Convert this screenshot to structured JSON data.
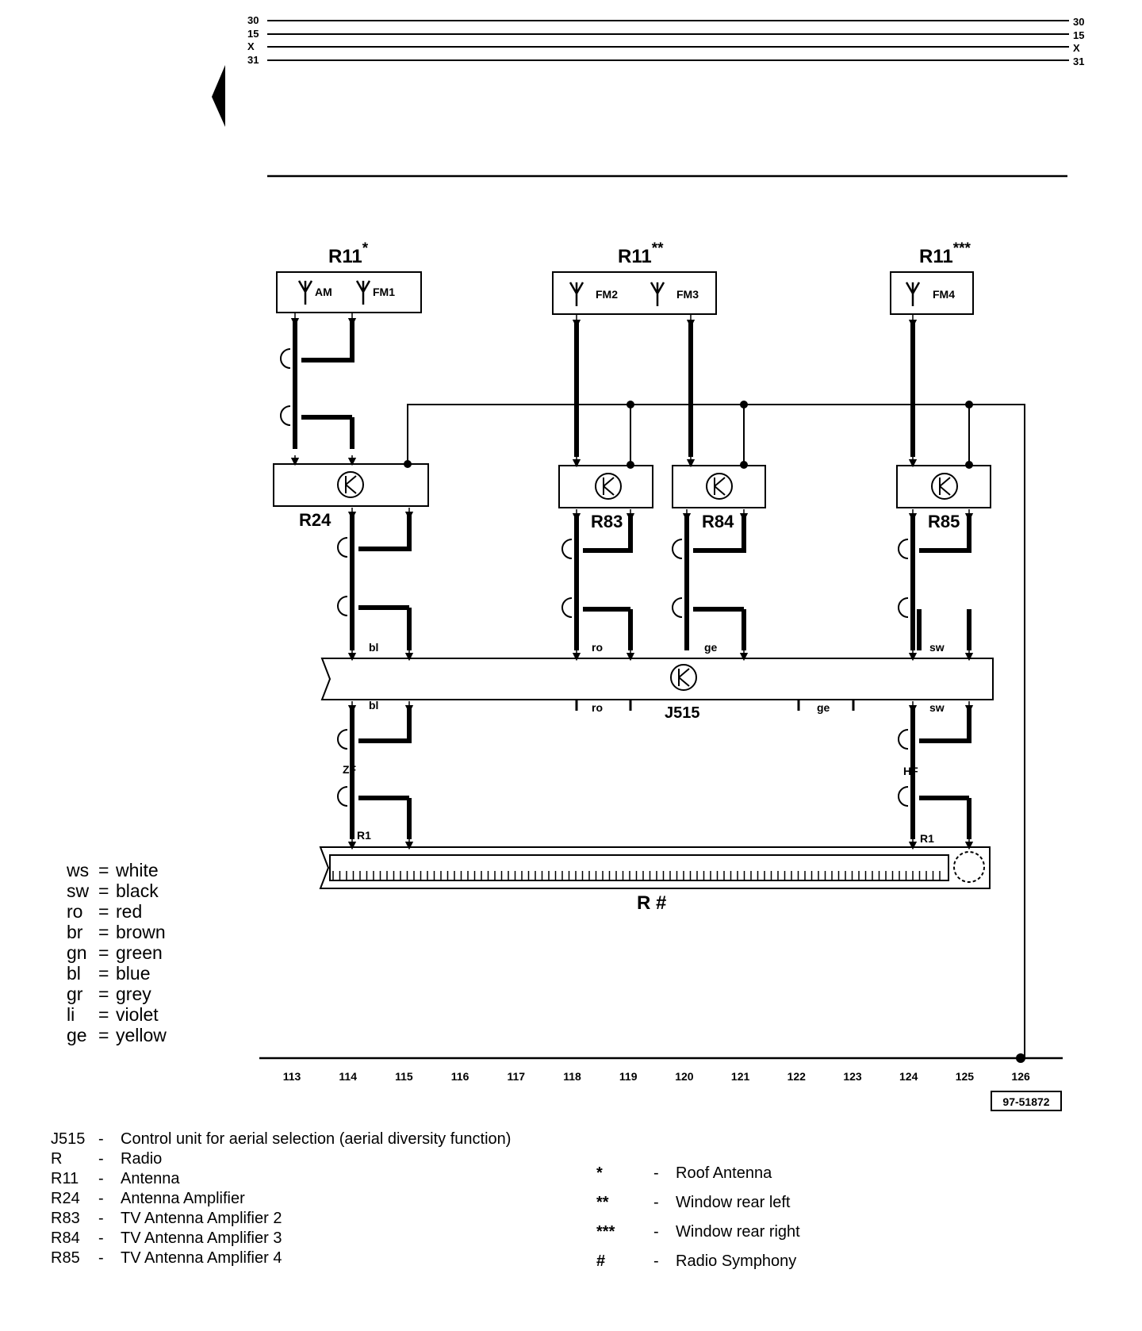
{
  "rails": {
    "left": [
      "30",
      "15",
      "X",
      "31"
    ],
    "right": [
      "30",
      "15",
      "X",
      "31"
    ]
  },
  "components": {
    "antenna_roof": {
      "label": "R11",
      "mark": "*",
      "antennas": [
        "AM",
        "FM1"
      ]
    },
    "antenna_left": {
      "label": "R11",
      "mark": "**",
      "antennas": [
        "FM2",
        "FM3"
      ]
    },
    "antenna_right": {
      "label": "R11",
      "mark": "***",
      "antennas": [
        "FM4"
      ]
    },
    "amplifiers": [
      "R24",
      "R83",
      "R84",
      "R85"
    ],
    "control_unit": "J515",
    "radio": {
      "label": "R",
      "mark": "#"
    }
  },
  "wire_colors": {
    "top": [
      "bl",
      "ro",
      "ge",
      "sw"
    ],
    "bottom": [
      "bl",
      "ro",
      "ge",
      "sw"
    ]
  },
  "plug_labels": {
    "zf": "ZF",
    "hf": "HF",
    "r1_left": "R1",
    "r1_right": "R1"
  },
  "positions": [
    "113",
    "114",
    "115",
    "116",
    "117",
    "118",
    "119",
    "120",
    "121",
    "122",
    "123",
    "124",
    "125",
    "126"
  ],
  "figure_id": "97-51872",
  "color_legend": [
    {
      "code": "ws",
      "eq": "=",
      "name": "white"
    },
    {
      "code": "sw",
      "eq": "=",
      "name": "black"
    },
    {
      "code": "ro",
      "eq": "=",
      "name": "red"
    },
    {
      "code": "br",
      "eq": "=",
      "name": "brown"
    },
    {
      "code": "gn",
      "eq": "=",
      "name": "green"
    },
    {
      "code": "bl",
      "eq": "=",
      "name": "blue"
    },
    {
      "code": "gr",
      "eq": "=",
      "name": "grey"
    },
    {
      "code": "li",
      "eq": "=",
      "name": "violet"
    },
    {
      "code": "ge",
      "eq": "=",
      "name": "yellow"
    }
  ],
  "component_legend": [
    {
      "code": "J515",
      "dash": "-",
      "desc": "Control unit for aerial selection (aerial diversity function)"
    },
    {
      "code": "R",
      "dash": "-",
      "desc": "Radio"
    },
    {
      "code": "R11",
      "dash": "-",
      "desc": "Antenna"
    },
    {
      "code": "R24",
      "dash": "-",
      "desc": "Antenna Amplifier"
    },
    {
      "code": "R83",
      "dash": "-",
      "desc": "TV Antenna Amplifier 2"
    },
    {
      "code": "R84",
      "dash": "-",
      "desc": "TV Antenna Amplifier 3"
    },
    {
      "code": "R85",
      "dash": "-",
      "desc": "TV Antenna Amplifier 4"
    }
  ],
  "symbol_legend": [
    {
      "sym": "*",
      "dash": "-",
      "desc": "Roof Antenna"
    },
    {
      "sym": "**",
      "dash": "-",
      "desc": "Window rear left"
    },
    {
      "sym": "***",
      "dash": "-",
      "desc": "Window rear right"
    },
    {
      "sym": "#",
      "dash": "-",
      "desc": "Radio Symphony"
    }
  ]
}
